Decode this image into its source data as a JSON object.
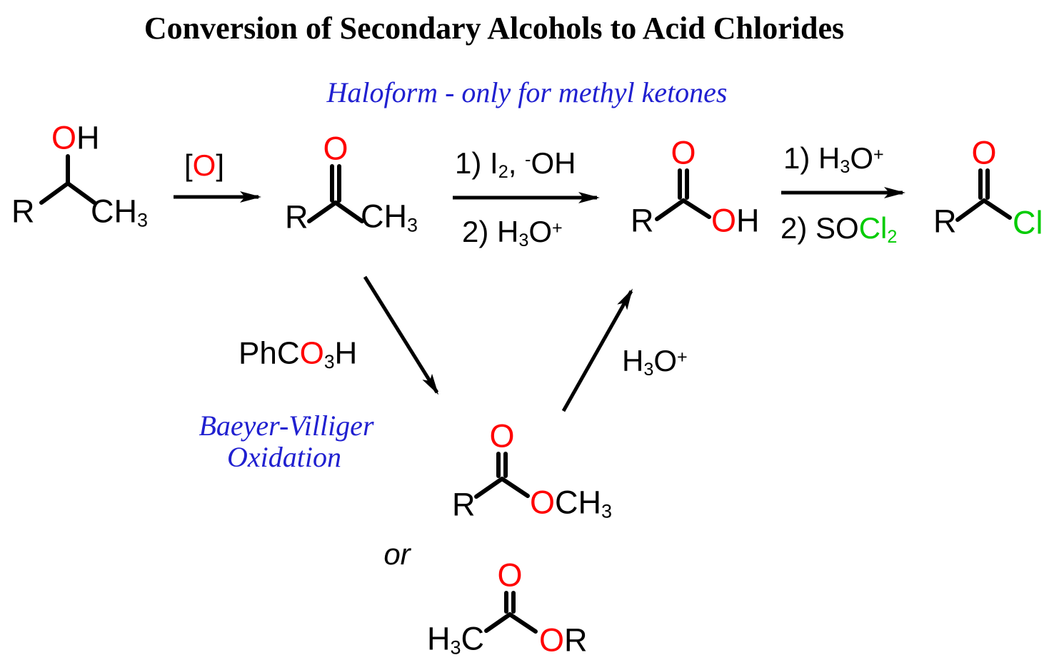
{
  "colors": {
    "background": "#FFFFFF",
    "text": "#000000",
    "bond": "#000000",
    "oxygen": "#FF0000",
    "chlorine": "#00CC00",
    "annotation": "#2020D0"
  },
  "header": {
    "title": "Conversion of Secondary Alcohols to Acid Chlorides",
    "subtitle": "Haloform - only for methyl ketones"
  },
  "molecules": {
    "secondary_alcohol": {
      "hydroxyl": {
        "o": "O",
        "h": "H"
      },
      "r": "R",
      "methyl": {
        "ch": "CH",
        "sub": "3"
      }
    },
    "methyl_ketone": {
      "carbonyl_o": "O",
      "r": "R",
      "methyl": {
        "ch": "CH",
        "sub": "3"
      }
    },
    "carboxylic_acid": {
      "carbonyl_o": "O",
      "r": "R",
      "hydroxyl": {
        "o": "O",
        "h": "H"
      }
    },
    "acid_chloride": {
      "carbonyl_o": "O",
      "r": "R",
      "cl": "Cl"
    },
    "methyl_ester": {
      "carbonyl_o": "O",
      "r": "R",
      "methoxy": {
        "o": "O",
        "ch": "CH",
        "sub": "3"
      }
    },
    "alkyl_acetate": {
      "carbonyl_o": "O",
      "methyl": {
        "h": "H",
        "sub": "3",
        "c": "C"
      },
      "alkoxy": {
        "o": "O",
        "r": "R"
      }
    }
  },
  "reactions": {
    "oxidation": {
      "reagent": {
        "open": "[",
        "o": "O",
        "close": "]"
      }
    },
    "haloform": {
      "step1": {
        "prefix": "1) I",
        "sub": "2",
        "sep": ", ",
        "sup": "-",
        "oh": "OH"
      },
      "step2": {
        "prefix": "2) H",
        "sub": "3",
        "o": "O",
        "sup": "+"
      }
    },
    "chlorination": {
      "step1": {
        "prefix": "1) H",
        "sub": "3",
        "o": "O",
        "sup": "+"
      },
      "step2": {
        "prefix": "2) SO",
        "cl": "Cl",
        "sub": "2"
      }
    },
    "baeyer_villiger": {
      "reagent": {
        "phc": "PhC",
        "o": "O",
        "sub": "3",
        "h": "H"
      },
      "name_line1": "Baeyer-Villiger",
      "name_line2": "Oxidation"
    },
    "ester_hydrolysis": {
      "reagent": {
        "h": "H",
        "sub": "3",
        "o": "O",
        "sup": "+"
      }
    },
    "alternative": "or"
  }
}
